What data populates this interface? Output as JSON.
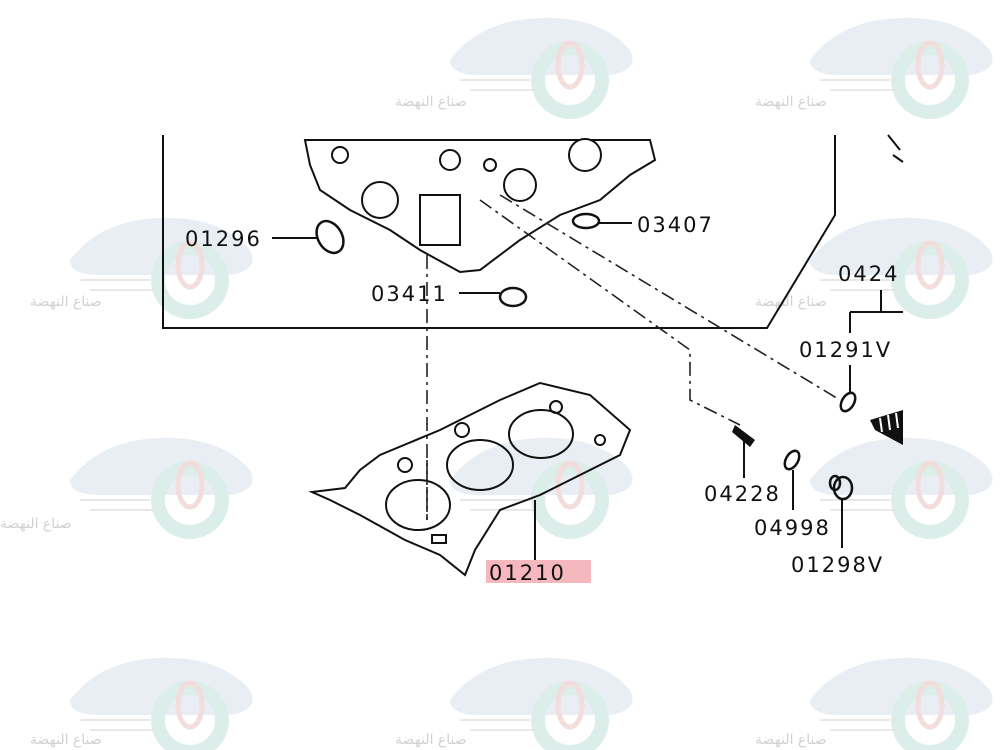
{
  "watermark": {
    "text": "صناع النهضة",
    "colors": {
      "car": "#dde6ee",
      "gear": "#d6ebe6",
      "wheel": "#f0d6d6"
    }
  },
  "labels": {
    "p01296": "01296",
    "p03407": "03407",
    "p03411": "03411",
    "p0424": "0424",
    "p01291v": "01291V",
    "p04228": "04228",
    "p04998": "04998",
    "p01298v": "01298V",
    "p01210": "01210"
  },
  "highlight_color": "#f6b8bf"
}
